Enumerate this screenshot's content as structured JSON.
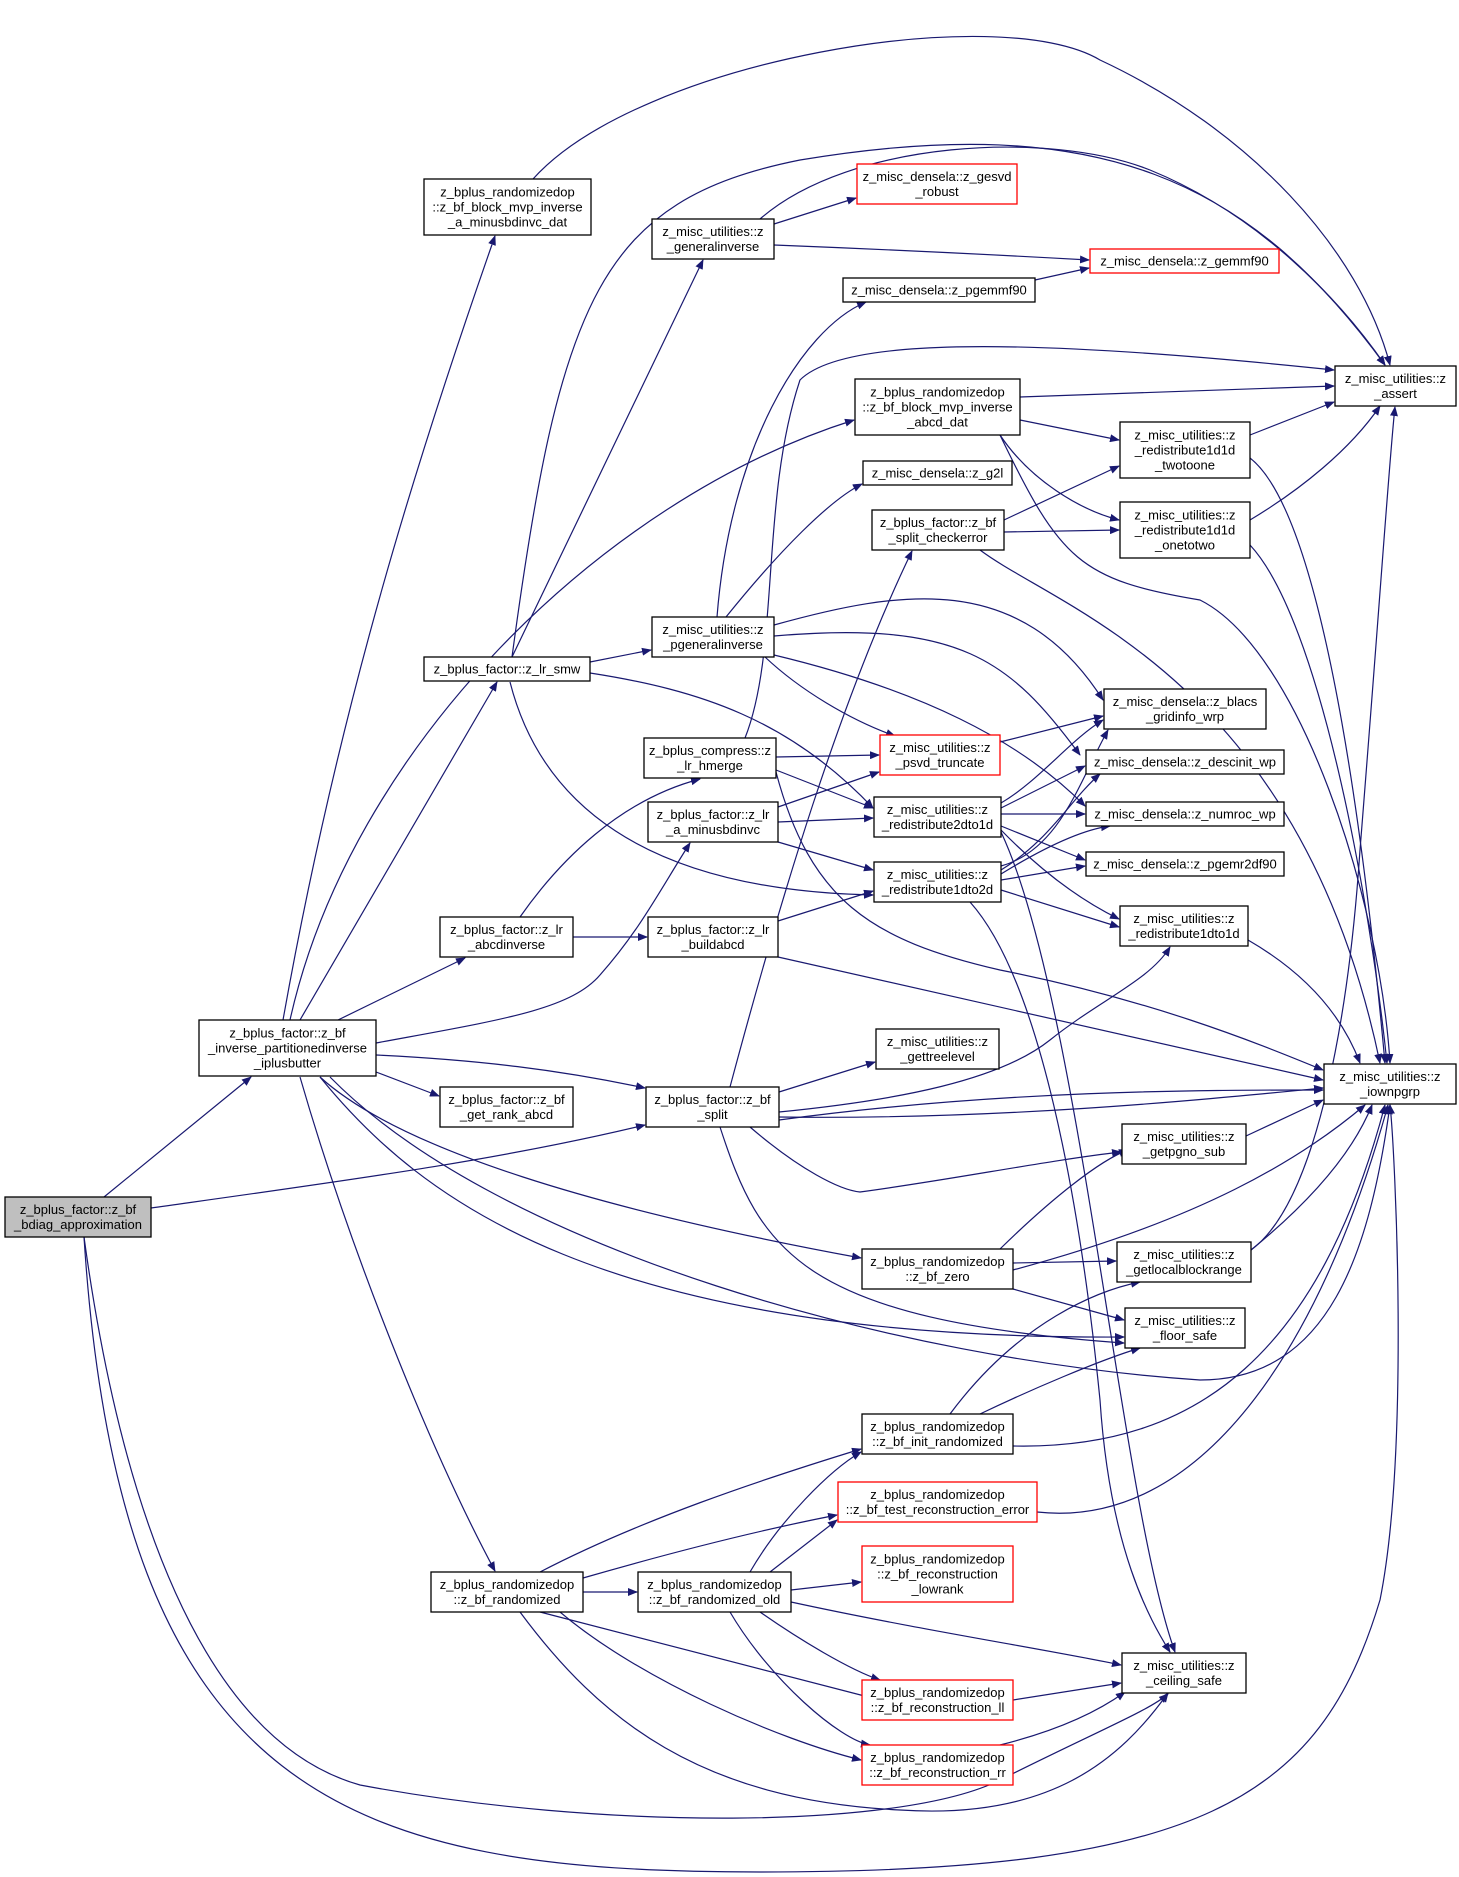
{
  "colors": {
    "edge": "#191970",
    "node_border": "#000000",
    "node_border_truncated": "#ff0000",
    "root_fill": "#bfbfbf",
    "node_fill": "#ffffff"
  },
  "nodes": [
    {
      "id": "bdiag_approx",
      "lines": [
        "z_bplus_factor::z_bf",
        "_bdiag_approximation"
      ],
      "style": "root"
    },
    {
      "id": "inverse_partitioned",
      "lines": [
        "z_bplus_factor::z_bf",
        "_inverse_partitionedinverse",
        "_iplusbutter"
      ],
      "style": "normal"
    },
    {
      "id": "block_mvp_a_minus",
      "lines": [
        "z_bplus_randomizedop",
        "::z_bf_block_mvp_inverse",
        "_a_minusbdinvc_dat"
      ],
      "style": "normal"
    },
    {
      "id": "lr_smw",
      "lines": [
        "z_bplus_factor::z_lr_smw"
      ],
      "style": "normal"
    },
    {
      "id": "lr_abcdinverse",
      "lines": [
        "z_bplus_factor::z_lr",
        "_abcdinverse"
      ],
      "style": "normal"
    },
    {
      "id": "get_rank_abcd",
      "lines": [
        "z_bplus_factor::z_bf",
        "_get_rank_abcd"
      ],
      "style": "normal"
    },
    {
      "id": "bf_randomized",
      "lines": [
        "z_bplus_randomizedop",
        "::z_bf_randomized"
      ],
      "style": "normal"
    },
    {
      "id": "generalinverse",
      "lines": [
        "z_misc_utilities::z",
        "_generalinverse"
      ],
      "style": "normal"
    },
    {
      "id": "pgeneralinverse",
      "lines": [
        "z_misc_utilities::z",
        "_pgeneralinverse"
      ],
      "style": "normal"
    },
    {
      "id": "lr_hmerge",
      "lines": [
        "z_bplus_compress::z",
        "_lr_hmerge"
      ],
      "style": "normal"
    },
    {
      "id": "lr_a_minus",
      "lines": [
        "z_bplus_factor::z_lr",
        "_a_minusbdinvc"
      ],
      "style": "normal"
    },
    {
      "id": "lr_buildabcd",
      "lines": [
        "z_bplus_factor::z_lr",
        "_buildabcd"
      ],
      "style": "normal"
    },
    {
      "id": "bf_split",
      "lines": [
        "z_bplus_factor::z_bf",
        "_split"
      ],
      "style": "normal"
    },
    {
      "id": "randomized_old",
      "lines": [
        "z_bplus_randomizedop",
        "::z_bf_randomized_old"
      ],
      "style": "normal"
    },
    {
      "id": "gesvd_robust",
      "lines": [
        "z_misc_densela::z_gesvd",
        "_robust"
      ],
      "style": "truncated"
    },
    {
      "id": "pgemmf90",
      "lines": [
        "z_misc_densela::z_pgemmf90"
      ],
      "style": "normal"
    },
    {
      "id": "block_mvp_abcd",
      "lines": [
        "z_bplus_randomizedop",
        "::z_bf_block_mvp_inverse",
        "_abcd_dat"
      ],
      "style": "normal"
    },
    {
      "id": "g2l",
      "lines": [
        "z_misc_densela::z_g2l"
      ],
      "style": "normal"
    },
    {
      "id": "split_checkerror",
      "lines": [
        "z_bplus_factor::z_bf",
        "_split_checkerror"
      ],
      "style": "normal"
    },
    {
      "id": "psvd_truncate",
      "lines": [
        "z_misc_utilities::z",
        "_psvd_truncate"
      ],
      "style": "truncated"
    },
    {
      "id": "redistribute2dto1d",
      "lines": [
        "z_misc_utilities::z",
        "_redistribute2dto1d"
      ],
      "style": "normal"
    },
    {
      "id": "redistribute1dto2d",
      "lines": [
        "z_misc_utilities::z",
        "_redistribute1dto2d"
      ],
      "style": "normal"
    },
    {
      "id": "gettreelevel",
      "lines": [
        "z_misc_utilities::z",
        "_gettreelevel"
      ],
      "style": "normal"
    },
    {
      "id": "bf_zero",
      "lines": [
        "z_bplus_randomizedop",
        "::z_bf_zero"
      ],
      "style": "normal"
    },
    {
      "id": "init_randomized",
      "lines": [
        "z_bplus_randomizedop",
        "::z_bf_init_randomized"
      ],
      "style": "normal"
    },
    {
      "id": "test_recon_error",
      "lines": [
        "z_bplus_randomizedop",
        "::z_bf_test_reconstruction_error"
      ],
      "style": "truncated"
    },
    {
      "id": "recon_lowrank",
      "lines": [
        "z_bplus_randomizedop",
        "::z_bf_reconstruction",
        "_lowrank"
      ],
      "style": "truncated"
    },
    {
      "id": "recon_ll",
      "lines": [
        "z_bplus_randomizedop",
        "::z_bf_reconstruction_ll"
      ],
      "style": "truncated"
    },
    {
      "id": "recon_rr",
      "lines": [
        "z_bplus_randomizedop",
        "::z_bf_reconstruction_rr"
      ],
      "style": "truncated"
    },
    {
      "id": "gemmf90",
      "lines": [
        "z_misc_densela::z_gemmf90"
      ],
      "style": "truncated"
    },
    {
      "id": "twotoone",
      "lines": [
        "z_misc_utilities::z",
        "_redistribute1d1d",
        "_twotoone"
      ],
      "style": "normal"
    },
    {
      "id": "onetotwo",
      "lines": [
        "z_misc_utilities::z",
        "_redistribute1d1d",
        "_onetotwo"
      ],
      "style": "normal"
    },
    {
      "id": "blacs_gridinfo",
      "lines": [
        "z_misc_densela::z_blacs",
        "_gridinfo_wrp"
      ],
      "style": "normal"
    },
    {
      "id": "descinit",
      "lines": [
        "z_misc_densela::z_descinit_wp"
      ],
      "style": "normal"
    },
    {
      "id": "numroc",
      "lines": [
        "z_misc_densela::z_numroc_wp"
      ],
      "style": "normal"
    },
    {
      "id": "pgemr2df90",
      "lines": [
        "z_misc_densela::z_pgemr2df90"
      ],
      "style": "normal"
    },
    {
      "id": "redistribute1dto1d",
      "lines": [
        "z_misc_utilities::z",
        "_redistribute1dto1d"
      ],
      "style": "normal"
    },
    {
      "id": "getpgno_sub",
      "lines": [
        "z_misc_utilities::z",
        "_getpgno_sub"
      ],
      "style": "normal"
    },
    {
      "id": "getlocalblockrange",
      "lines": [
        "z_misc_utilities::z",
        "_getlocalblockrange"
      ],
      "style": "normal"
    },
    {
      "id": "floor_safe",
      "lines": [
        "z_misc_utilities::z",
        "_floor_safe"
      ],
      "style": "normal"
    },
    {
      "id": "ceiling_safe",
      "lines": [
        "z_misc_utilities::z",
        "_ceiling_safe"
      ],
      "style": "normal"
    },
    {
      "id": "assert",
      "lines": [
        "z_misc_utilities::z",
        "_assert"
      ],
      "style": "normal"
    },
    {
      "id": "iownpgrp",
      "lines": [
        "z_misc_utilities::z",
        "_iownpgrp"
      ],
      "style": "normal"
    }
  ]
}
